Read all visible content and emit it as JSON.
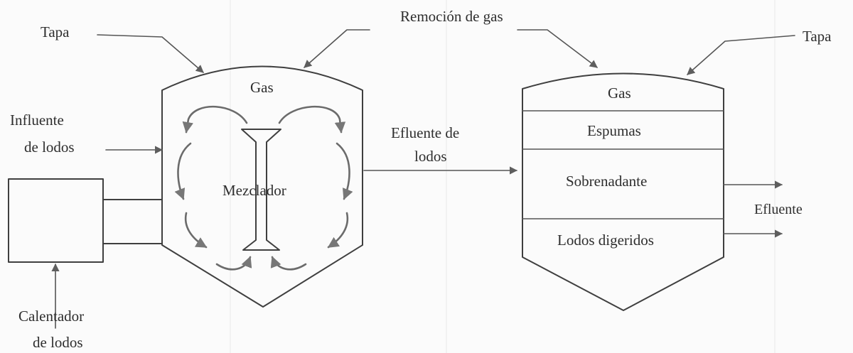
{
  "labels": {
    "tapa_left": "Tapa",
    "tapa_right": "Tapa",
    "gas_removal": "Remoción de gas",
    "gas_left": "Gas",
    "gas_right": "Gas",
    "influent_line1": "Influente",
    "influent_line2": "de lodos",
    "mixer": "Mezclador",
    "heater_line1": "Calentador",
    "heater_line2": "de lodos",
    "effluent_sludge_line1": "Efluente de",
    "effluent_sludge_line2": "lodos",
    "foam": "Espumas",
    "supernatant": "Sobrenadante",
    "digested_sludge": "Lodos digeridos",
    "effluent": "Efluente"
  },
  "colors": {
    "line": "#3f3f3f",
    "flow": "#6b6b6b",
    "text": "#2e2e2e"
  }
}
